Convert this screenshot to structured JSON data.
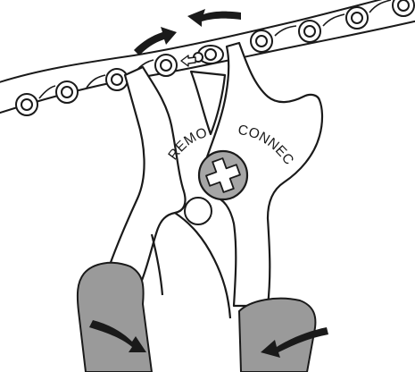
{
  "labels": {
    "remove": "REMOVE",
    "connect": "CONNECT"
  },
  "colors": {
    "line": "#1a1a1a",
    "body": "#ffffff",
    "grip": "#9a9a9a",
    "screw": "#a6a6a6",
    "arrow": "#1a1a1a"
  },
  "icons": {
    "chain": "bicycle-chain",
    "pliers": "master-link-pliers",
    "screw": "pivot-screw-icon",
    "rotation_arrows": "curved-arrow-icon",
    "direction_arrow": "left-arrow-icon"
  }
}
